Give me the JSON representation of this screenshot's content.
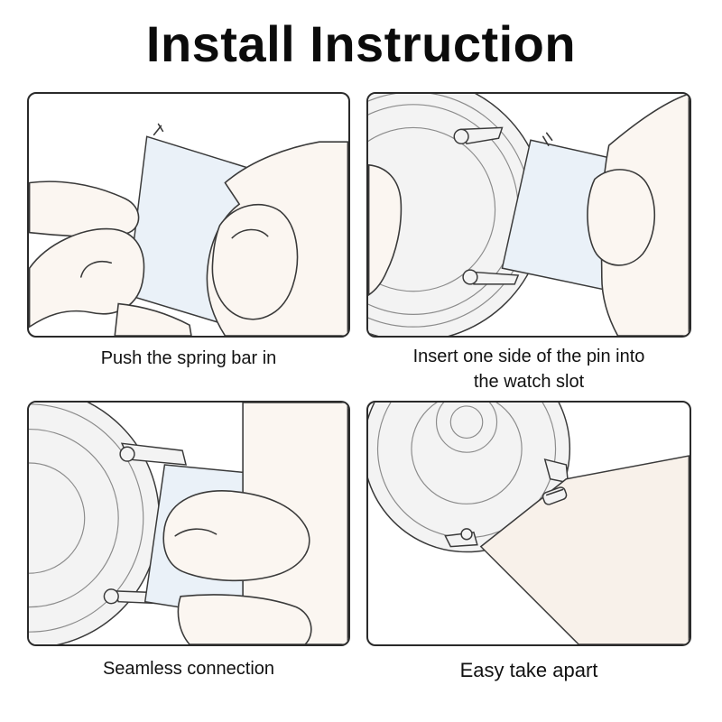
{
  "title": "Install Instruction",
  "steps": [
    {
      "caption": "Push the spring bar in"
    },
    {
      "caption": "Insert one side of the pin into\nthe watch slot"
    },
    {
      "caption": "Seamless connection"
    },
    {
      "caption": "Easy  take apart"
    }
  ],
  "colors": {
    "border": "#2a2a2a",
    "band_blue": "#eaf1f8",
    "band_beige": "#f8f1ea",
    "skin": "#fbf6f1"
  },
  "icons": [
    "spring-bar-illustration",
    "watch-slot-illustration",
    "connected-band-illustration",
    "quick-release-illustration"
  ]
}
